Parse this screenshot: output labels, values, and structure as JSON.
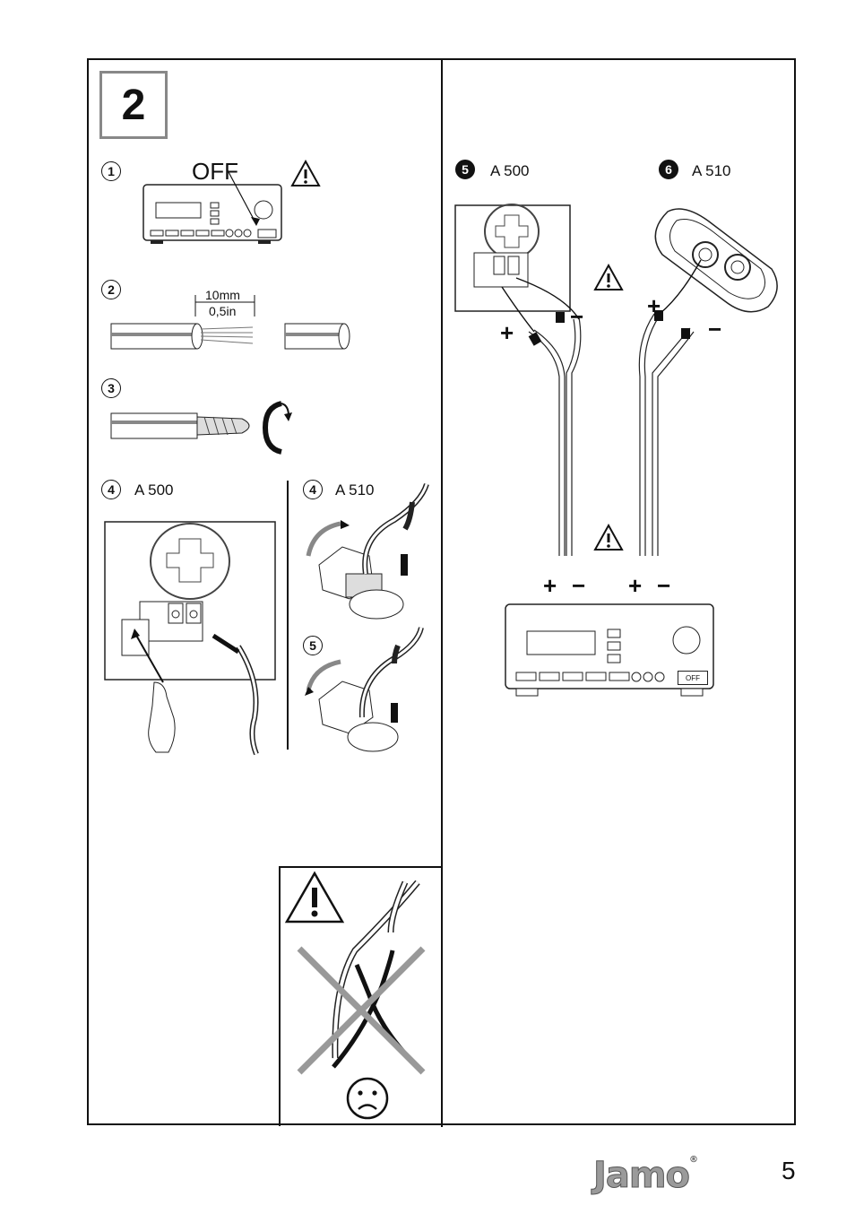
{
  "step_number": "2",
  "sub_steps": {
    "s1": {
      "num": "1",
      "off": "OFF"
    },
    "s2": {
      "num": "2",
      "measure_mm": "10mm",
      "measure_in": "0,5in"
    },
    "s3": {
      "num": "3"
    },
    "s4a": {
      "num": "4",
      "model": "A 500"
    },
    "s4b": {
      "num": "4",
      "model": "A 510"
    },
    "s5b": {
      "num": "5"
    },
    "s5r": {
      "num": "5",
      "model": "A 500"
    },
    "s6r": {
      "num": "6",
      "model": "A 510"
    }
  },
  "polarity": {
    "plus": "+",
    "minus": "−"
  },
  "amp_off_label": "OFF",
  "brand": "Jamo",
  "brand_reg": "®",
  "page_number": "5",
  "icons": [
    "warning-icon",
    "sad-face-icon",
    "rotate-icon",
    "hand-pointer-icon",
    "cross-icon"
  ]
}
